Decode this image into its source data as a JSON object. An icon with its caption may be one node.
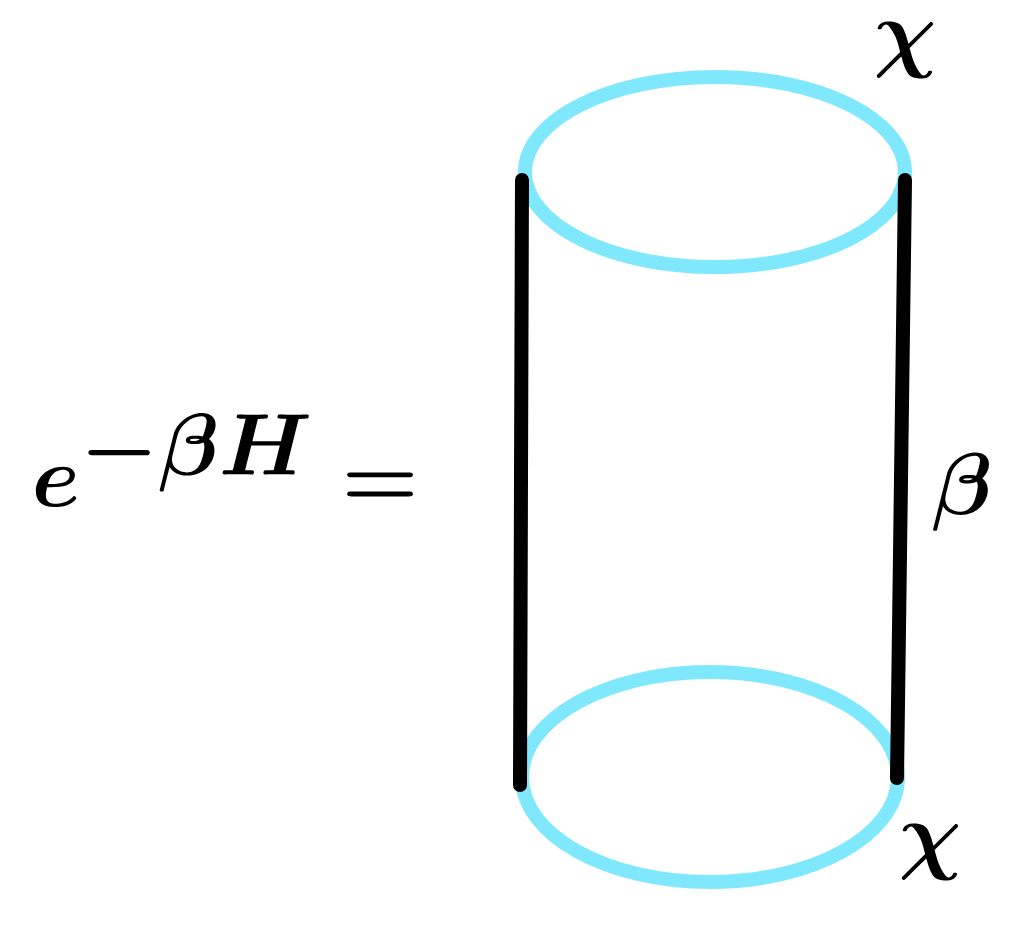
{
  "diagram": {
    "labels": [
      "e^{-\\beta H} =",
      "\\chi",
      "\\beta",
      "\\chi"
    ]
  }
}
